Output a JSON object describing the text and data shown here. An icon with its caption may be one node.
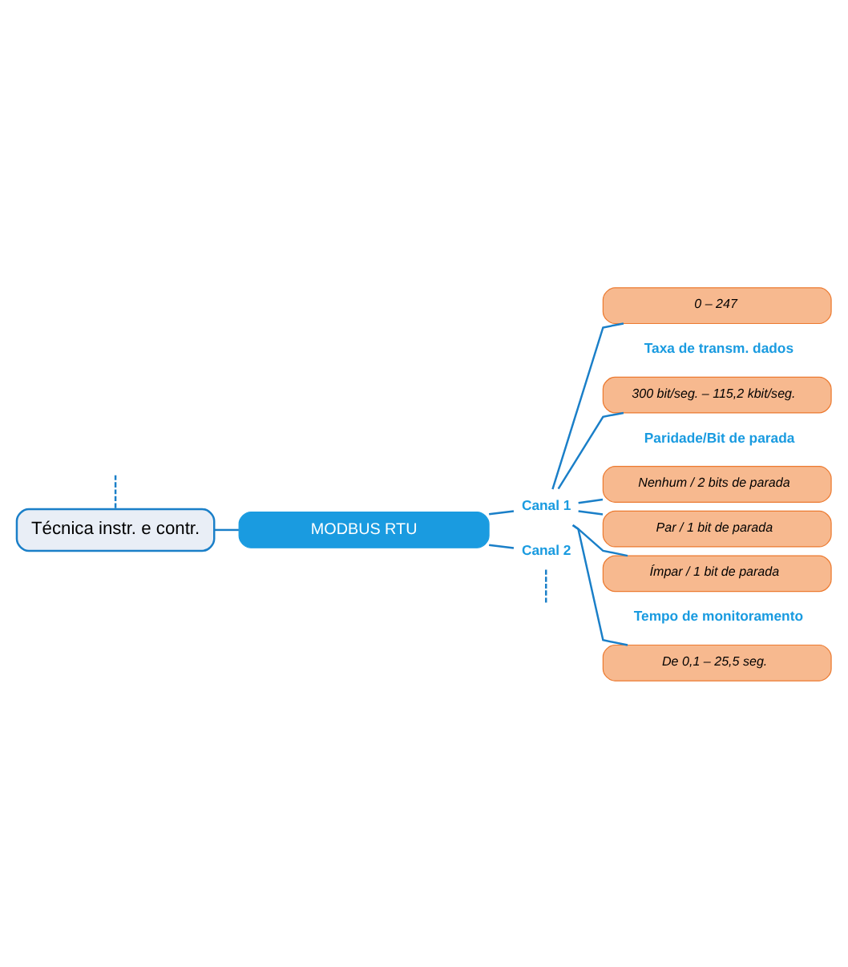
{
  "diagram": {
    "nodes": [
      {
        "text": [
          "Técnica instr. e contr."
        ]
      },
      {
        "text": [
          "MODBUS RTU"
        ]
      },
      {
        "text": [
          "Canal 1"
        ]
      },
      {
        "text": [
          "0 – 247"
        ]
      },
      {
        "text": [
          "300 bit/seg. – 115,2 kbit/seg."
        ]
      },
      {
        "text": [
          "Nenhum / 2 bits de parada"
        ]
      },
      {
        "text": [
          "Par / 1 bit de parada"
        ]
      },
      {
        "text": [
          "Ímpar / 1 bit de parada"
        ]
      },
      {
        "text": [
          "De 0,1 – 25,5 seg."
        ]
      },
      {
        "text": [
          "Canal 2"
        ]
      }
    ],
    "edges": [
      {
        "from": null,
        "to": 0,
        "arrow": "none",
        "style": "dashed"
      },
      {
        "from": 0,
        "to": 1,
        "arrow": "none"
      },
      {
        "from": 1,
        "to": 2,
        "arrow": "none"
      },
      {
        "from": 2,
        "to": 3,
        "arrow": "none"
      },
      {
        "from": 2,
        "to": 4,
        "arrow": "none"
      },
      {
        "from": 2,
        "to": 5,
        "arrow": "none"
      },
      {
        "from": 2,
        "to": 6,
        "arrow": "none"
      },
      {
        "from": 2,
        "to": 7,
        "arrow": "none"
      },
      {
        "from": 2,
        "to": 8,
        "arrow": "none"
      },
      {
        "from": 1,
        "to": 9,
        "arrow": "none"
      },
      {
        "from": 9,
        "to": null,
        "arrow": "none",
        "style": "dashed"
      }
    ],
    "labels": [
      "Taxa de transm. dados",
      "Paridade/Bit de parada",
      "Tempo de monitoramento"
    ]
  }
}
